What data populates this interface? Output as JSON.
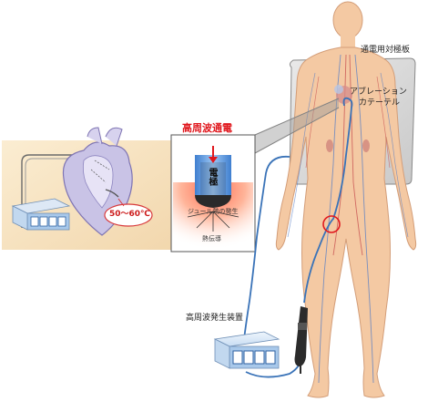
{
  "labels": {
    "plate": "通電用対極板",
    "catheter_line1": "アブレーション",
    "catheter_line2": "カテーテル",
    "rf_current": "高周波通電",
    "electrode": "電極",
    "joule_heat": "ジュール熱の発生",
    "heat_conduction": "熱伝導",
    "generator": "高周波発生装置",
    "temperature": "50〜60℃"
  },
  "colors": {
    "skin": "#f4c9a3",
    "skin_dark": "#e3ab84",
    "vessel_blue": "#5a7fc4",
    "vessel_red": "#c75050",
    "cable": "#3a73b8",
    "plate_gray": "#d9d9d9",
    "heat_red": "#e0181e",
    "inset_bg": "#f7e4c4",
    "device_blue": "#a8c8ea"
  },
  "icons": [
    "heart-icon",
    "generator-device-icon",
    "catheter-handle-icon"
  ]
}
